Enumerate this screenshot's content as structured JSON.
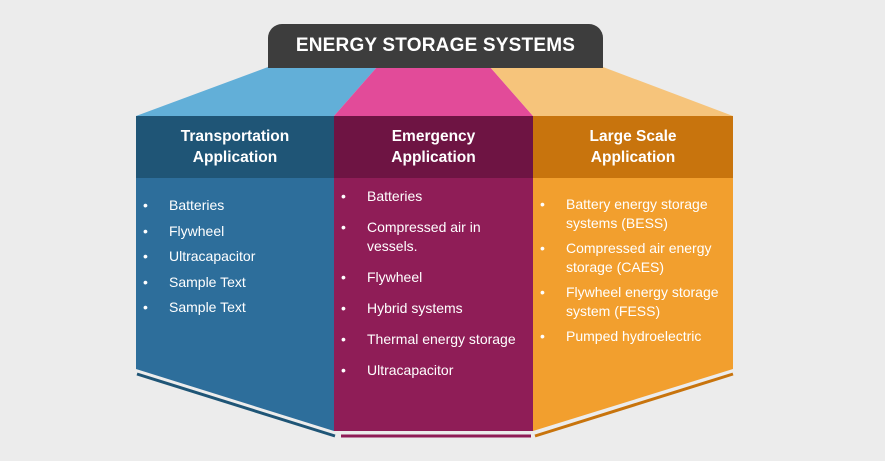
{
  "title": "ENERGY STORAGE SYSTEMS",
  "colors": {
    "title_bg": "#3d3d3d",
    "transport_top": "#62afd8",
    "transport_header": "#1f5576",
    "transport_body": "#2d6e9b",
    "emergency_top": "#e24b99",
    "emergency_header": "#6e1443",
    "emergency_body": "#8f1d57",
    "large_top": "#f6c47b",
    "large_header": "#c8740d",
    "large_body": "#f29f2e"
  },
  "columns": [
    {
      "header": [
        "Transportation",
        "Application"
      ],
      "items": [
        "Batteries",
        "Flywheel",
        "Ultracapacitor",
        "Sample Text",
        "Sample Text"
      ]
    },
    {
      "header": [
        "Emergency",
        "Application"
      ],
      "items": [
        "Batteries",
        "Compressed air in vessels.",
        "Flywheel",
        "Hybrid systems",
        "Thermal energy storage",
        "Ultracapacitor"
      ]
    },
    {
      "header": [
        "Large Scale",
        "Application"
      ],
      "items": [
        "Battery energy storage systems (BESS)",
        "Compressed air energy storage (CAES)",
        "Flywheel energy storage system (FESS)",
        "Pumped hydroelectric"
      ]
    }
  ]
}
